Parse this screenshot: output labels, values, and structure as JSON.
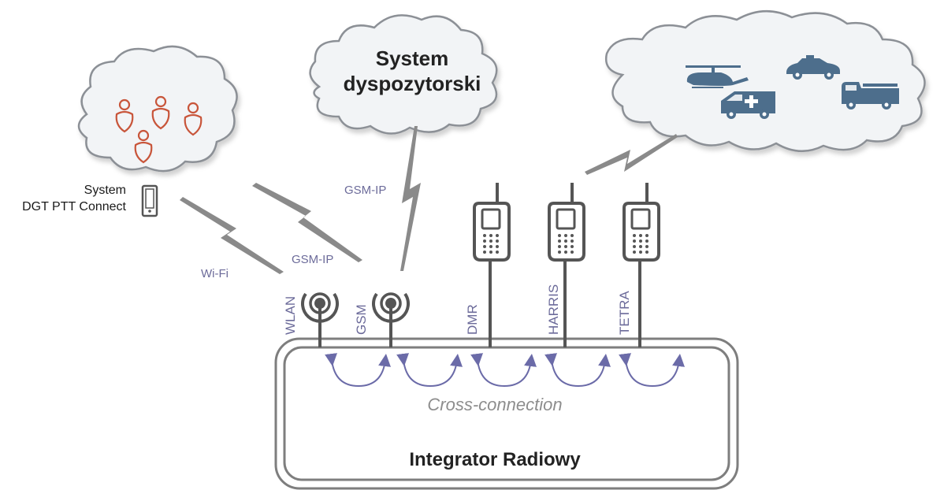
{
  "dispatch_cloud": {
    "line1": "System",
    "line2": "dyspozytorski"
  },
  "ptt_label": {
    "line1": "System",
    "line2": "DGT PTT Connect"
  },
  "links": {
    "wifi": "Wi-Fi",
    "gsm_ip_left": "GSM-IP",
    "gsm_ip_top": "GSM-IP"
  },
  "ports": [
    {
      "label": "WLAN",
      "kind": "antenna"
    },
    {
      "label": "GSM",
      "kind": "antenna"
    },
    {
      "label": "DMR",
      "kind": "radio"
    },
    {
      "label": "HARRIS",
      "kind": "radio"
    },
    {
      "label": "TETRA",
      "kind": "radio"
    }
  ],
  "integrator": {
    "title": "Integrator Radiowy",
    "cross_label": "Cross-connection"
  },
  "vehicles": [
    "helicopter-icon",
    "police-car-icon",
    "ambulance-icon",
    "fire-truck-icon"
  ],
  "users_icon": "person-icon",
  "colors": {
    "person": "#c8553a",
    "vehicle": "#4d6e8c",
    "arrow": "#6b6ba8",
    "label": "#6c6b9a",
    "device": "#555555",
    "bolt": "#8a8a8a",
    "cloud_fill": "#f2f4f6",
    "cloud_stroke": "#8c9096"
  }
}
